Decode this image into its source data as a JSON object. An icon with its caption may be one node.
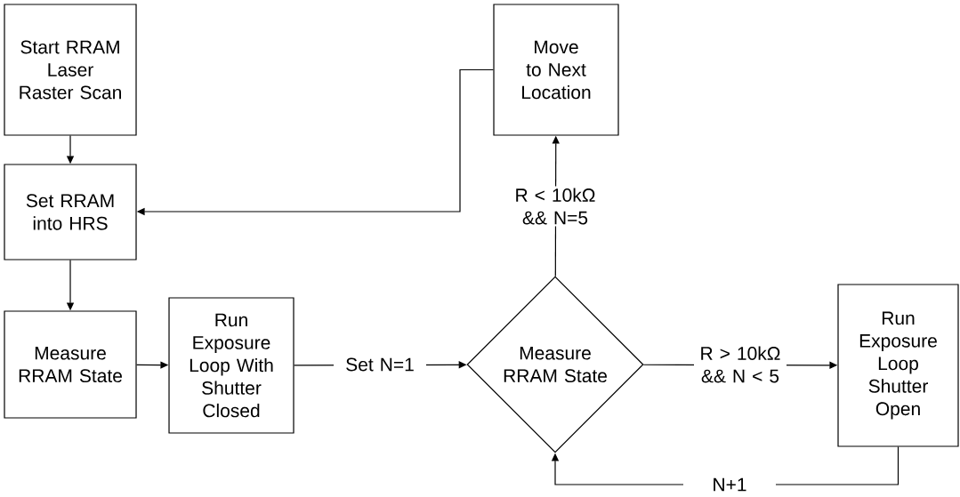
{
  "diagram": {
    "nodes": [
      {
        "text": [
          "Start RRAM Laser Raster Scan"
        ]
      },
      {
        "text": [
          "Set RRAM into HRS"
        ]
      },
      {
        "text": [
          "Measure RRAM State"
        ]
      },
      {
        "text": [
          "Run Exposure Loop With Shutter Closed"
        ]
      },
      {
        "text": [
          "Measure RRAM State"
        ]
      },
      {
        "text": [
          "Move to Next Location"
        ]
      },
      {
        "text": [
          "Run Exposure Loop Shutter Open"
        ]
      }
    ],
    "edges": [
      {
        "from": 0,
        "to": 1,
        "arrow": "to"
      },
      {
        "from": 1,
        "to": 2,
        "arrow": "to"
      },
      {
        "from": 2,
        "to": 3,
        "arrow": "to"
      },
      {
        "from": 3,
        "to": 4,
        "arrow": "to",
        "label": "Set N=1"
      },
      {
        "from": 4,
        "to": 6,
        "arrow": "to",
        "label": "R > 10kΩ && N < 5"
      },
      {
        "from": 6,
        "to": 4,
        "arrow": "to",
        "label": "N+1"
      },
      {
        "from": 4,
        "to": 5,
        "arrow": "to",
        "label": "R < 10kΩ && N=5"
      },
      {
        "from": 5,
        "to": 1,
        "arrow": "to"
      }
    ]
  }
}
